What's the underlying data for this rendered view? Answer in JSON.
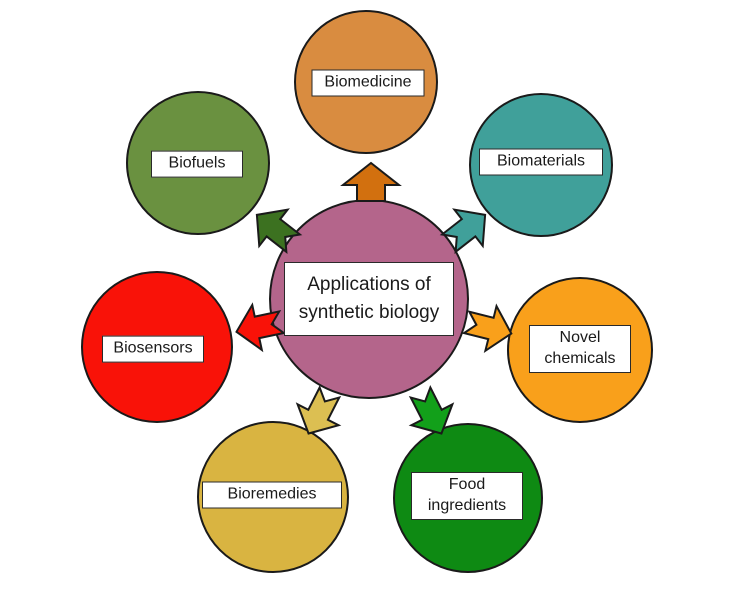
{
  "diagram": {
    "type": "hub-and-spoke",
    "background": "#ffffff",
    "outline_color": "#1a1a1a"
  },
  "center": {
    "label": "Applications of synthetic biology",
    "color": "#b4658b"
  },
  "nodes": [
    {
      "id": "biomedicine",
      "label": "Biomedicine",
      "color": "#d98c40",
      "arrow_color": "#d2700f",
      "position": "top"
    },
    {
      "id": "biomaterials",
      "label": "Biomaterials",
      "color": "#40a09a",
      "arrow_color": "#40a09a",
      "position": "top-right"
    },
    {
      "id": "novel-chemicals",
      "label": "Novel chemicals",
      "color": "#f9a01b",
      "arrow_color": "#f9a01b",
      "position": "right"
    },
    {
      "id": "food-ingredients",
      "label": "Food ingredients",
      "color": "#0e8a13",
      "arrow_color": "#12a01a",
      "position": "bottom-right"
    },
    {
      "id": "bioremedies",
      "label": "Bioremedies",
      "color": "#d9b441",
      "arrow_color": "#dcbf52",
      "position": "bottom-left"
    },
    {
      "id": "biosensors",
      "label": "Biosensors",
      "color": "#f91208",
      "arrow_color": "#f91208",
      "position": "left"
    },
    {
      "id": "biofuels",
      "label": "Biofuels",
      "color": "#6a9140",
      "arrow_color": "#3c7120",
      "position": "top-left"
    }
  ]
}
